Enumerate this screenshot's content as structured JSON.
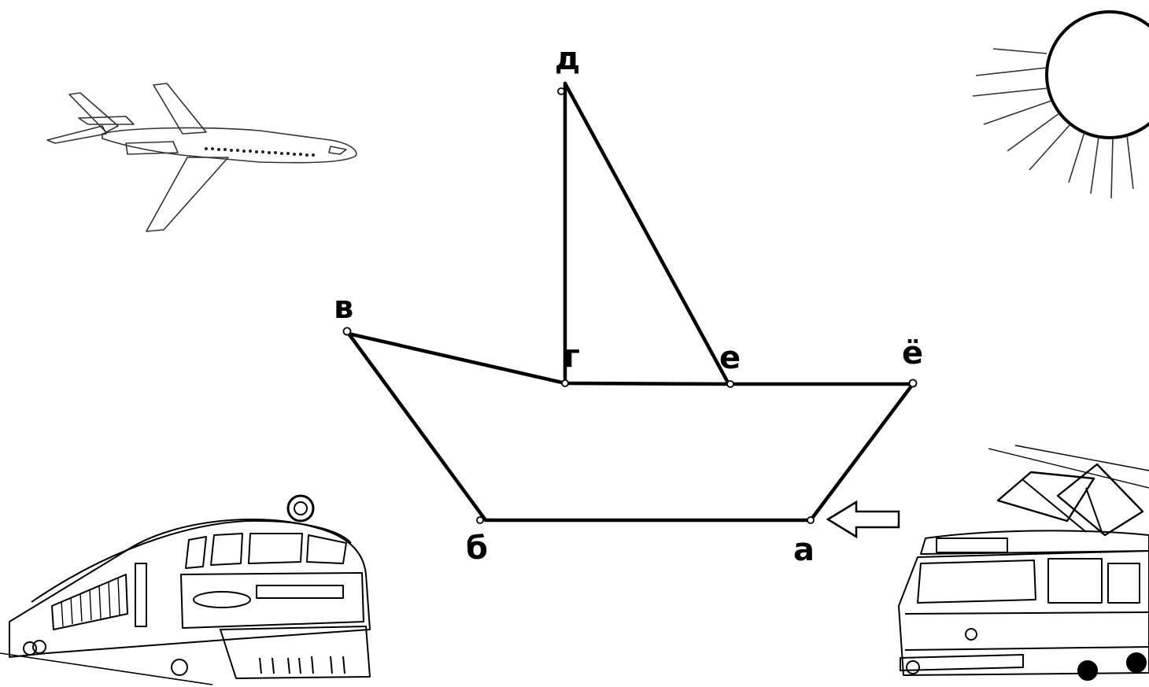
{
  "diagram": {
    "points": [
      {
        "id": "a",
        "label": "а"
      },
      {
        "id": "b",
        "label": "б"
      },
      {
        "id": "v",
        "label": "в"
      },
      {
        "id": "g",
        "label": "г"
      },
      {
        "id": "d",
        "label": "д"
      },
      {
        "id": "e",
        "label": "е"
      },
      {
        "id": "yo",
        "label": "ё"
      }
    ],
    "start_arrow": {
      "points_to": "а"
    },
    "pictures": [
      "airplane-icon",
      "sun-icon",
      "train-icon",
      "tram-icon"
    ],
    "colors": {
      "line": "#000000",
      "background": "#ffffff"
    }
  }
}
